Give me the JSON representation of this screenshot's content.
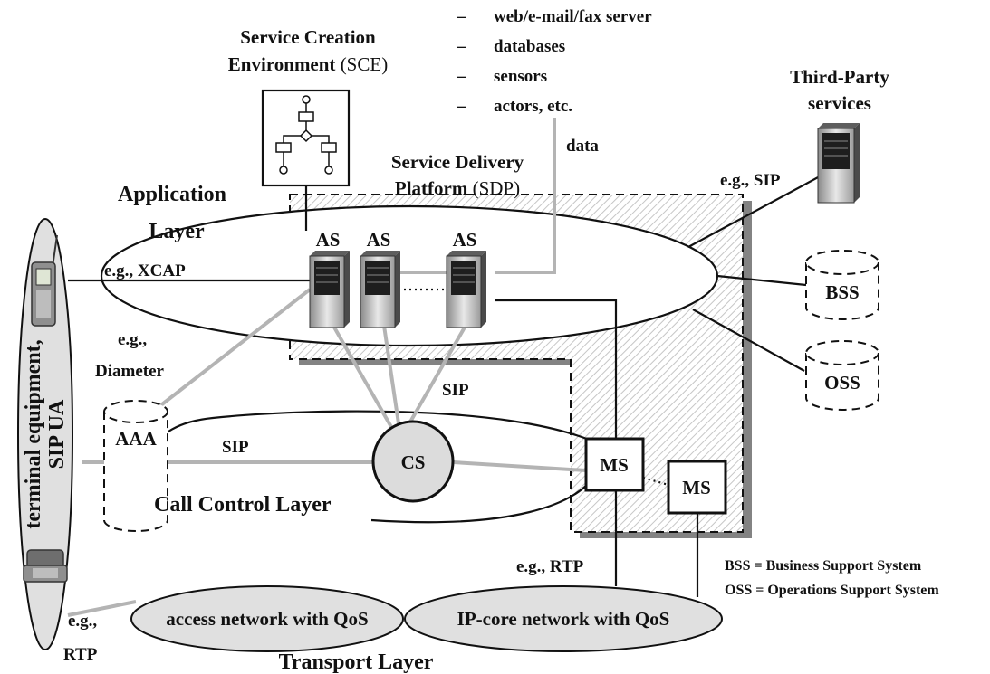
{
  "sce": {
    "title_line1": "Service Creation",
    "title_line2": "Environment",
    "title_abbrev": "(SCE)"
  },
  "external_sources": {
    "bullet": "–",
    "items": [
      "web/e-mail/fax server",
      "databases",
      "sensors",
      "actors, etc."
    ],
    "data_label": "data"
  },
  "third_party": {
    "line1": "Third-Party",
    "line2": "services",
    "protocol": "e.g., SIP"
  },
  "sdp": {
    "line1": "Service Delivery",
    "line2": "Platform",
    "abbrev": "(SDP)"
  },
  "application_layer": {
    "line1": "Application",
    "line2": "Layer",
    "servers": [
      "AS",
      "AS",
      "AS"
    ]
  },
  "terminal": {
    "line1": "terminal equipment,",
    "line2": "SIP UA"
  },
  "protocols": {
    "xcap": "e.g., XCAP",
    "diameter_1": "e.g.,",
    "diameter_2": "Diameter",
    "sip_as": "SIP",
    "sip_cc": "SIP",
    "rtp_ms": "e.g., RTP",
    "rtp_term_1": "e.g.,",
    "rtp_term_2": "RTP"
  },
  "call_control": {
    "label": "Call Control Layer",
    "aaa": "AAA",
    "cs": "CS",
    "ms1": "MS",
    "ms2": "MS"
  },
  "support_systems": {
    "bss": "BSS",
    "oss": "OSS"
  },
  "transport": {
    "access": "access network with QoS",
    "core": "IP-core network with QoS",
    "label": "Transport Layer"
  },
  "legend": {
    "bss_def": "BSS = Business Support System",
    "oss_def": "OSS = Operations Support System"
  }
}
